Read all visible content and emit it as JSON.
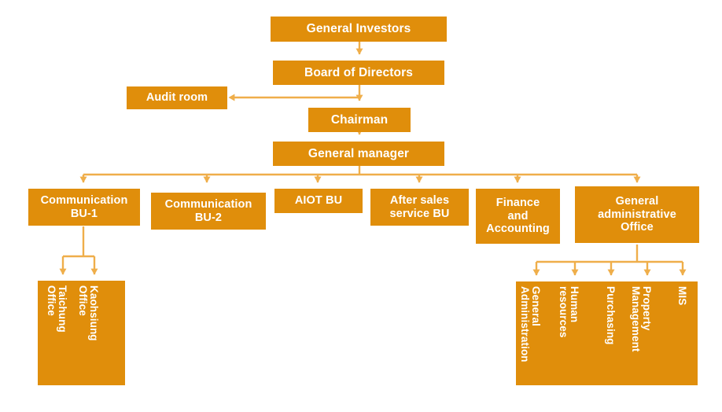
{
  "meta": {
    "title": "Company Organization Chart",
    "box_fill": "#E08E0B",
    "connector_color": "#EFAE4A",
    "text_color": "#FFFFFF",
    "background": "#FFFFFF"
  },
  "nodes": {
    "general_investors": {
      "label": "General Investors"
    },
    "board_of_directors": {
      "label": "Board of Directors"
    },
    "audit_room": {
      "label": "Audit room"
    },
    "chairman": {
      "label": "Chairman"
    },
    "general_manager": {
      "label": "General manager"
    }
  },
  "divisions": [
    {
      "label": "Communication\nBU-1"
    },
    {
      "label": "Communication\nBU-2"
    },
    {
      "label": "AIOT BU"
    },
    {
      "label": "After sales\nservice BU"
    },
    {
      "label": "Finance\nand\nAccounting"
    },
    {
      "label": "General\nadministrative\nOffice"
    }
  ],
  "bu1_offices": [
    {
      "label": "Taichung\nOffice"
    },
    {
      "label": "Kaohsiung\nOffice"
    }
  ],
  "admin_units": [
    {
      "label": "General\nAdministration"
    },
    {
      "label": "Human\nresources"
    },
    {
      "label": "Purchasing"
    },
    {
      "label": "Property\nManagement"
    },
    {
      "label": "MIS"
    }
  ]
}
